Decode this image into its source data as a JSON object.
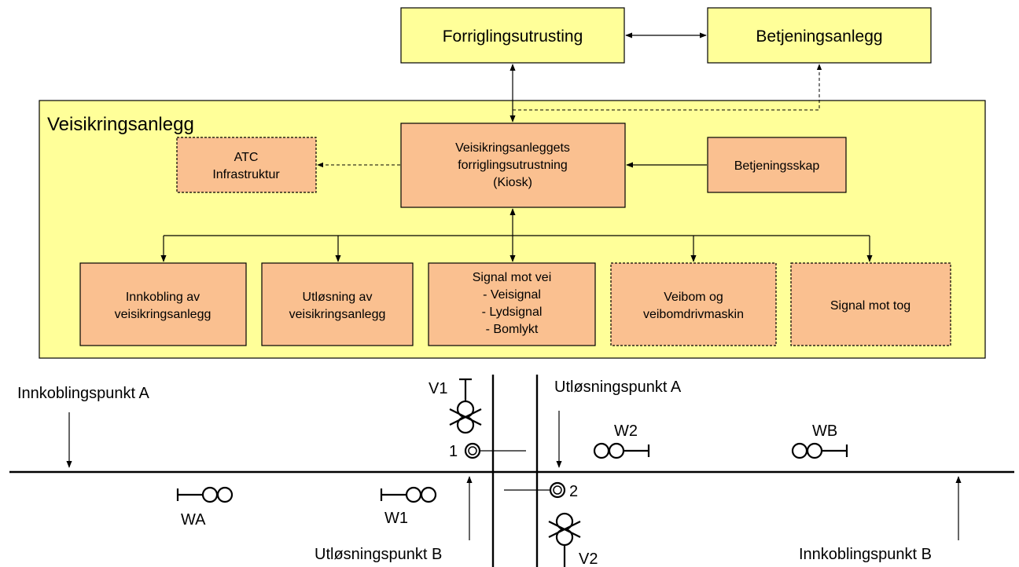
{
  "top": {
    "interlocking": "Forriglingsutrusting",
    "control": "Betjeningsanlegg"
  },
  "crossing": {
    "title": "Veisikringsanlegg",
    "kiosk": [
      "Veisikringsanleggets",
      "forriglingsutrustning",
      "(Kiosk)"
    ],
    "atc": [
      "ATC",
      "Infrastruktur"
    ],
    "cabinet": "Betjeningsskap",
    "components": [
      {
        "lines": [
          "Innkobling av",
          "veisikringsanlegg"
        ]
      },
      {
        "lines": [
          "Utløsning av",
          "veisikringsanlegg"
        ]
      },
      {
        "lines": [
          "Signal mot vei",
          "- Veisignal",
          "- Lydsignal",
          "- Bomlykt"
        ]
      },
      {
        "lines": [
          "Veibom og",
          "veibomdrivmaskin"
        ]
      },
      {
        "lines": [
          "Signal mot tog"
        ]
      }
    ]
  },
  "track": {
    "activation_a": "Innkoblingspunkt A",
    "activation_b": "Innkoblingspunkt B",
    "release_a": "Utløsningspunkt A",
    "release_b": "Utløsningspunkt B",
    "road_signal_1": "V1",
    "road_signal_2": "V2",
    "detector_1": "1",
    "detector_2": "2",
    "whistle_a": "WA",
    "whistle_b": "WB",
    "whistle_1": "W1",
    "whistle_2": "W2"
  }
}
